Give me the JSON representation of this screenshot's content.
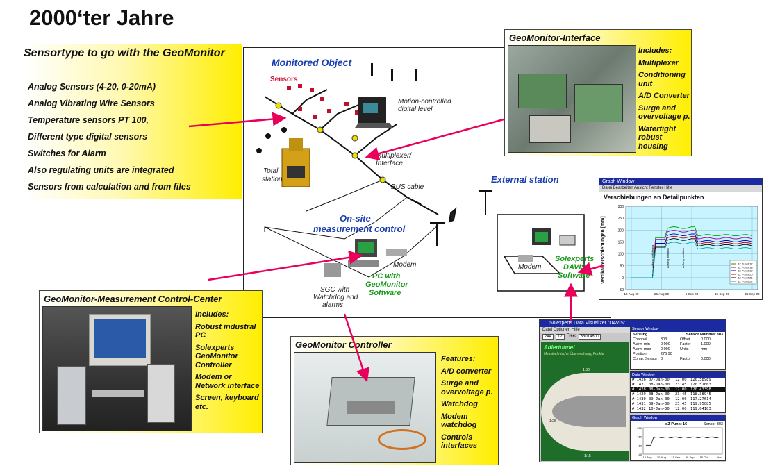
{
  "title": "2000‘ter Jahre",
  "sensor_box": {
    "heading": "Sensortype to go with the GeoMonitor",
    "items": [
      "Analog Sensors (4-20, 0-20mA)",
      "Analog Vibrating Wire Sensors",
      "Temperature sensors PT 100,",
      "Different type digital sensors",
      "Switches for Alarm",
      "Also regulating units are integrated",
      "Sensors from calculation and from files"
    ]
  },
  "diagram": {
    "monitored_object": "Monitored Object",
    "sensors": "Sensors",
    "motion_level_1": "Motion-controlled",
    "motion_level_2": "digital level",
    "total_station_1": "Total",
    "total_station_2": "station",
    "multiplexer_1": "Multiplexer/",
    "multiplexer_2": "Interface",
    "bus_cable": "BUS cable",
    "onsite_1": "On-site",
    "onsite_2": "measurement control",
    "modem": "Modem",
    "sgc_1": "SGC with",
    "sgc_2": "Watchdog and",
    "sgc_3": "alarms",
    "pc_1": "PC with",
    "pc_2": "GeoMonitor",
    "pc_3": "Software",
    "external_station": "External station",
    "ext_modem": "Modem",
    "davis_1": "Solexperts",
    "davis_2": "DAVIS",
    "davis_3": "Software"
  },
  "interface_panel": {
    "title": "GeoMonitor-Interface",
    "items": [
      "Includes:",
      "Multiplexer",
      "Conditioning unit",
      "A/D Converter",
      "Surge and overvoltage p.",
      "Watertight robust housing"
    ]
  },
  "control_center_panel": {
    "title": "GeoMonitor-Measurement Control-Center",
    "items": [
      "Includes:",
      "Robust industral PC",
      "Solexperts GeoMonitor Controller",
      "Modem or Network interface",
      "Screen, keyboard etc."
    ]
  },
  "controller_panel": {
    "title": "GeoMonitor Controller",
    "items": [
      "Features:",
      "A/D converter",
      "Surge and overvoltage p.",
      "Watchdog",
      "Modem watchdog",
      "Controls interfaces"
    ]
  },
  "graph_window": {
    "window_title": "Graph Window",
    "menu": "Datei  Bearbeiten  Ansicht  Fenster  Hilfe",
    "chart_title": "Verschiebungen an Detailpunkten",
    "ylabel": "Vertikalverschiebungen [mm]",
    "x_ticks": [
      "16-Aug-00",
      "26-Aug-00",
      "5-Sep-00",
      "15-Sep-00",
      "25-Sep-00"
    ],
    "y_ticks": [
      "300",
      "250",
      "200",
      "150",
      "100",
      "50",
      "0",
      "-50"
    ],
    "annotations": [
      "Anfang Auffahrung",
      "Anfang Injektion",
      "Anfang Injektion"
    ],
    "legend": [
      "dZ Punkt 17",
      "dZ Punkt 18",
      "dZ Punkt 19",
      "dZ Punkt 20",
      "dZ Punkt 21",
      "dZ Punkt 22"
    ]
  },
  "data_visualizer": {
    "window_title": "Solexperts Data Visualizer  \"DAVIS\"",
    "menu": "Datei  Optionen  Hilfe",
    "fields": [
      "244",
      "12",
      "Free:",
      "33014800"
    ],
    "tunnel_name": "Adlertunnel",
    "tunnel_sub": "Messtechnische Überwachung, Punkte",
    "sensor_window": "Sensor Window",
    "sensor_header_left": "Setzung",
    "sensor_header_right": "Sensor Nummer 303",
    "sensor_rows": [
      [
        "Channel",
        "303",
        "Offset",
        "0.000"
      ],
      [
        "Alarm min",
        "0.000",
        "Factor",
        "1.000"
      ],
      [
        "Alarm max",
        "0.000",
        "Units",
        "mm"
      ],
      [
        "Position",
        "276.90",
        "",
        ""
      ],
      [
        "Comp. Sensor",
        "0",
        "Factor",
        "0.000"
      ]
    ],
    "data_window": "Data Window",
    "data_rows": [
      [
        "# 1426",
        "07-Jan-00",
        "12:00",
        "120.58989"
      ],
      [
        "# 1427",
        "08-Jan-00",
        "23:45",
        "120.57663"
      ],
      [
        "# 1428",
        "08-Jan-00",
        "12:00",
        "120.43398"
      ],
      [
        "# 1429",
        "08-Jan-00",
        "23:45",
        "118.38945"
      ],
      [
        "# 1430",
        "09-Jan-00",
        "12:00",
        "117.27614"
      ],
      [
        "# 1431",
        "09-Jan-00",
        "23:45",
        "119.95085"
      ],
      [
        "# 1432",
        "10-Jan-00",
        "12:00",
        "119.04183"
      ]
    ],
    "graph_window": "Graph Window",
    "graph_title": "dZ Punkt 16",
    "graph_sensor": "Sensor 303",
    "graph_x": [
      "15-Aug",
      "30-Aug",
      "15-Sep",
      "30-Sep",
      "15-Oct",
      "1-Nov"
    ],
    "graph_y": [
      "260",
      "160",
      "60",
      "-40"
    ],
    "markers": [
      "1:33",
      "1:25",
      "1:15"
    ]
  }
}
